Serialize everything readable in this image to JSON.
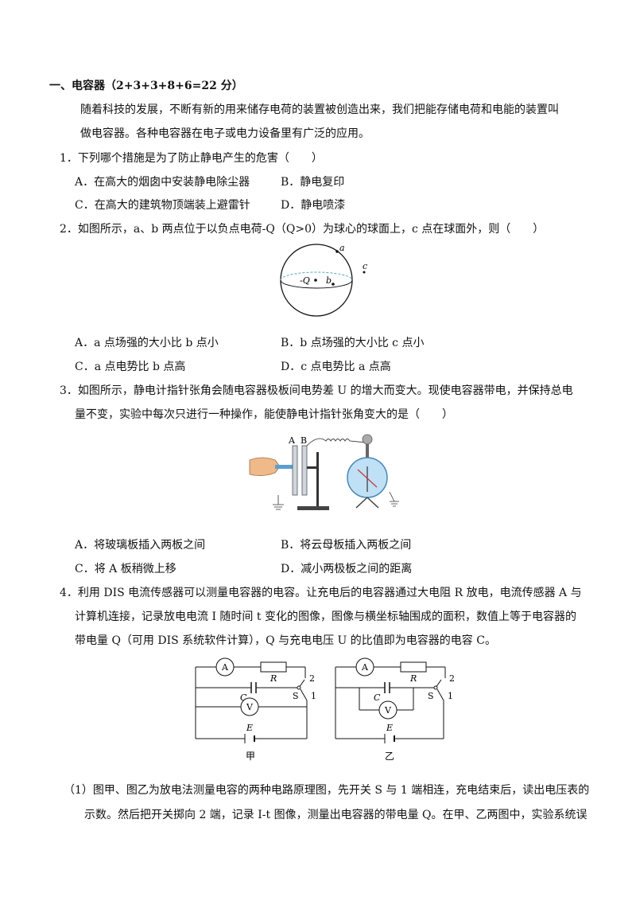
{
  "section": {
    "title": "一、电容器（2+3+3+8+6=22 分）",
    "intro": [
      "随着科技的发展，不断有新的用来储存电荷的装置被创造出来，我们把能存储电荷和电能的装置叫",
      "做电容器。各种电容器在电子或电力设备里有广泛的应用。"
    ]
  },
  "q1": {
    "stem": "1．下列哪个措施是为了防止静电产生的危害（　　）",
    "a": "A．在高大的烟囱中安装静电除尘器",
    "b": "B．静电复印",
    "c": "C．在高大的建筑物顶端装上避雷针",
    "d": "D．静电喷漆"
  },
  "q2": {
    "stem": "2．如图所示，a、b 两点位于以负点电荷-Q（Q>0）为球心的球面上，c 点在球面外，则（　　）",
    "figure": {
      "label_a": "a",
      "label_b": "b",
      "label_c": "c",
      "label_q": "-Q"
    },
    "a": "A．a 点场强的大小比 b 点小",
    "b": "B．b 点场强的大小比 c 点小",
    "c": "C．a 点电势比 b 点高",
    "d": "D．c 点电势比 a 点高"
  },
  "q3": {
    "stem": [
      "3．如图所示，静电计指针张角会随电容器极板间电势差 U 的增大而变大。现使电容器带电，并保持总电",
      "量不变，实验中每次只进行一种操作，能使静电计指针张角变大的是（　　）"
    ],
    "figure": {
      "label_plate_a": "A",
      "label_plate_b": "B"
    },
    "a": "A．将玻璃板插入两板之间",
    "b": "B．将云母板插入两板之间",
    "c": "C．将 A 板稍微上移",
    "d": "D．减小两极板之间的距离"
  },
  "q4": {
    "stem": [
      "4．利用 DIS 电流传感器可以测量电容器的电容。让充电后的电容器通过大电阻 R 放电，电流传感器 A 与",
      "计算机连接，记录放电电流 I 随时间 t 变化的图像，图像与横坐标轴围成的面积，数值上等于电容器的",
      "带电量 Q（可用 DIS 系统软件计算），Q 与充电电压 U 的比值即为电容器的电容 C。"
    ],
    "circuit_jia": {
      "ammeter": "A",
      "resistor": "R",
      "capacitor": "C",
      "voltmeter": "V",
      "switch": "S",
      "pos1": "1",
      "pos2": "2",
      "source": "E",
      "caption": "甲"
    },
    "circuit_yi": {
      "ammeter": "A",
      "resistor": "R",
      "capacitor": "C",
      "voltmeter": "V",
      "switch": "S",
      "pos1": "1",
      "pos2": "2",
      "source": "E",
      "caption": "乙"
    },
    "sub1": [
      "（1）图甲、图乙为放电法测量电容的两种电路原理图，先开关 S 与 1 端相连，充电结束后，读出电压表的",
      "示数。然后把开关掷向 2 端，记录 I-t 图像，测量出电容器的带电量 Q。在甲、乙两图中，实验系统误"
    ]
  }
}
